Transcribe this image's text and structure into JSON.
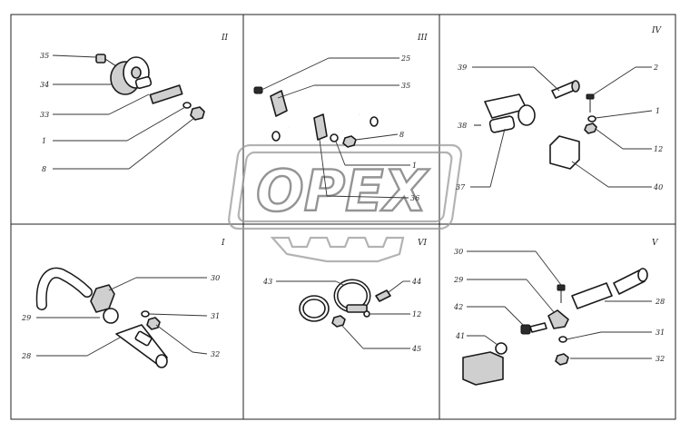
{
  "panels": [
    {
      "id": "II",
      "labels": [
        "35",
        "34",
        "33",
        "1",
        "8"
      ]
    },
    {
      "id": "III",
      "labels": [
        "25",
        "35",
        "8",
        "1",
        "36"
      ]
    },
    {
      "id": "IV",
      "labels": [
        "39",
        "2",
        "1",
        "12",
        "40",
        "37",
        "38"
      ]
    },
    {
      "id": "I",
      "labels": [
        "30",
        "29",
        "31",
        "32",
        "28"
      ]
    },
    {
      "id": "VI",
      "labels": [
        "43",
        "44",
        "12",
        "45"
      ]
    },
    {
      "id": "V",
      "labels": [
        "30",
        "29",
        "28",
        "42",
        "31",
        "41",
        "32"
      ]
    }
  ],
  "watermark": {
    "text": "OPEX"
  },
  "colors": {
    "line": "#222222",
    "watermark": "#9a9a9a",
    "background": "#ffffff"
  }
}
